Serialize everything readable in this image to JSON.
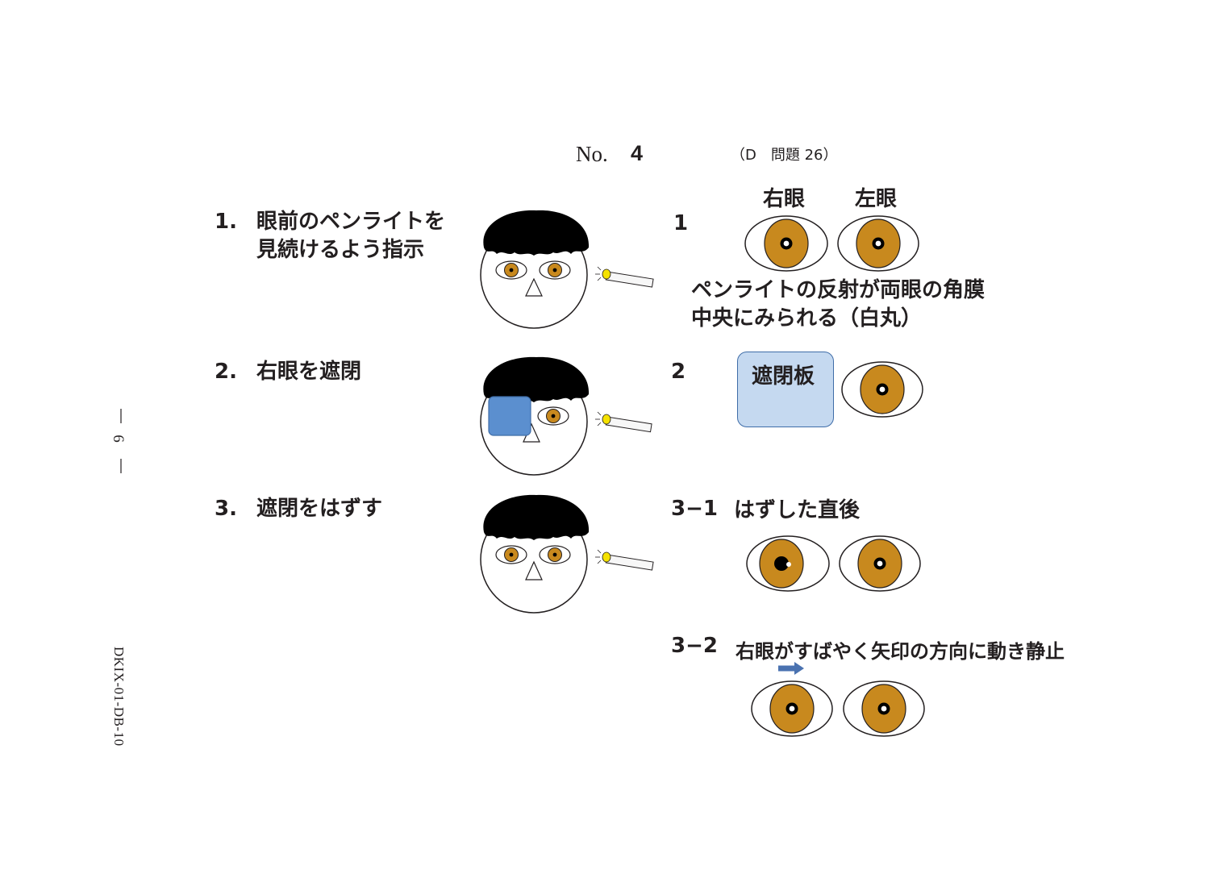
{
  "header": {
    "no_label": "No.",
    "no_value": "4",
    "reference": "（D　問題 26）"
  },
  "margin": {
    "page_number": "6",
    "doc_code": "DKIX-01-DB-10"
  },
  "steps": [
    {
      "num": "1.",
      "lines": [
        "眼前のペンライトを",
        "見続けるよう指示"
      ]
    },
    {
      "num": "2.",
      "lines": [
        "右眼を遮閉"
      ]
    },
    {
      "num": "3.",
      "lines": [
        "遮閉をはずす"
      ]
    }
  ],
  "results": {
    "eye_headers": {
      "right": "右眼",
      "left": "左眼"
    },
    "r1": {
      "label": "1",
      "desc": [
        "ペンライトの反射が両眼の角膜",
        "中央にみられる（白丸）"
      ]
    },
    "r2": {
      "label": "2",
      "occluder": "遮閉板"
    },
    "r31": {
      "label": "3−1",
      "desc": "はずした直後"
    },
    "r32": {
      "label": "3−2",
      "desc": "右眼がすばやく矢印の方向に動き静止"
    }
  },
  "colors": {
    "iris": "#c8891e",
    "occluder_face": "#5b8fcf",
    "occluder_board": "#c5d9f0",
    "arrow": "#4a72b0",
    "light": "#f5e200"
  }
}
